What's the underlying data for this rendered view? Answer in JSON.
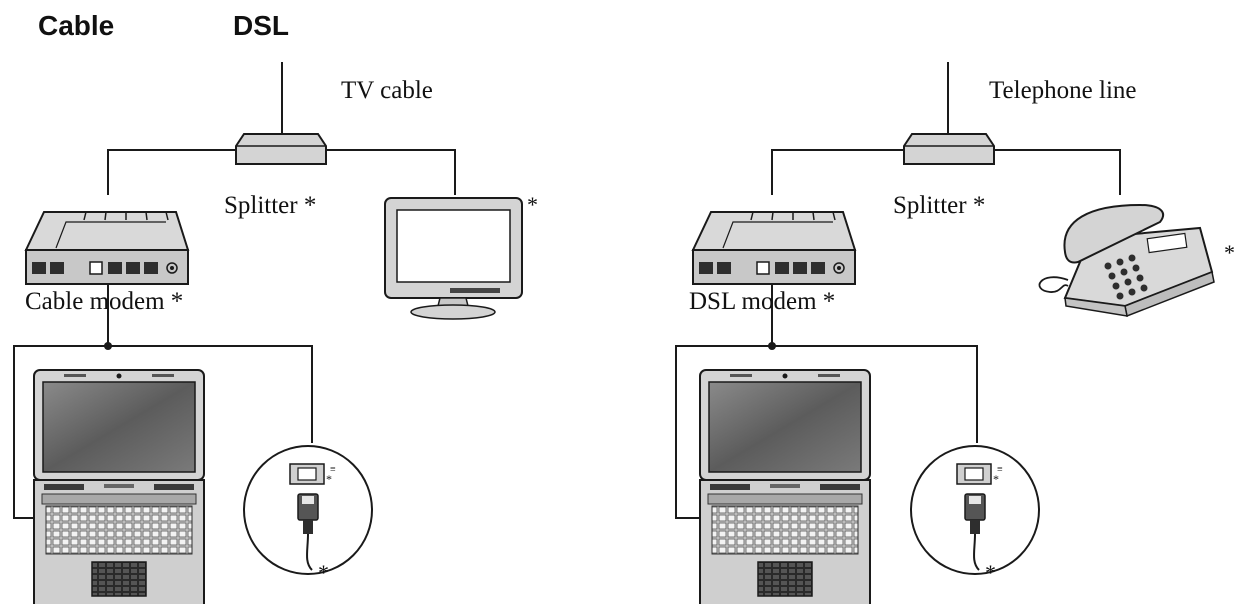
{
  "headings": {
    "cable": "Cable",
    "dsl": "DSL"
  },
  "cable_panel": {
    "input_label": "TV cable",
    "splitter_label": "Splitter *",
    "modem_label": "Cable modem *",
    "tv_asterisk": "*",
    "cable_asterisk": "*",
    "port_asterisk": "*"
  },
  "dsl_panel": {
    "input_label": "Telephone line",
    "splitter_label": "Splitter *",
    "modem_label": "DSL modem *",
    "phone_asterisk": "*",
    "cable_asterisk": "*",
    "port_asterisk": "*"
  },
  "colors": {
    "line": "#1a1a1a",
    "device_fill": "#d4d4d4",
    "device_dark": "#3a3a3a",
    "screen": "#6e6e6e"
  },
  "icons": [
    "splitter-icon",
    "modem-icon",
    "tv-monitor-icon",
    "telephone-icon",
    "laptop-icon",
    "ethernet-port-icon"
  ]
}
